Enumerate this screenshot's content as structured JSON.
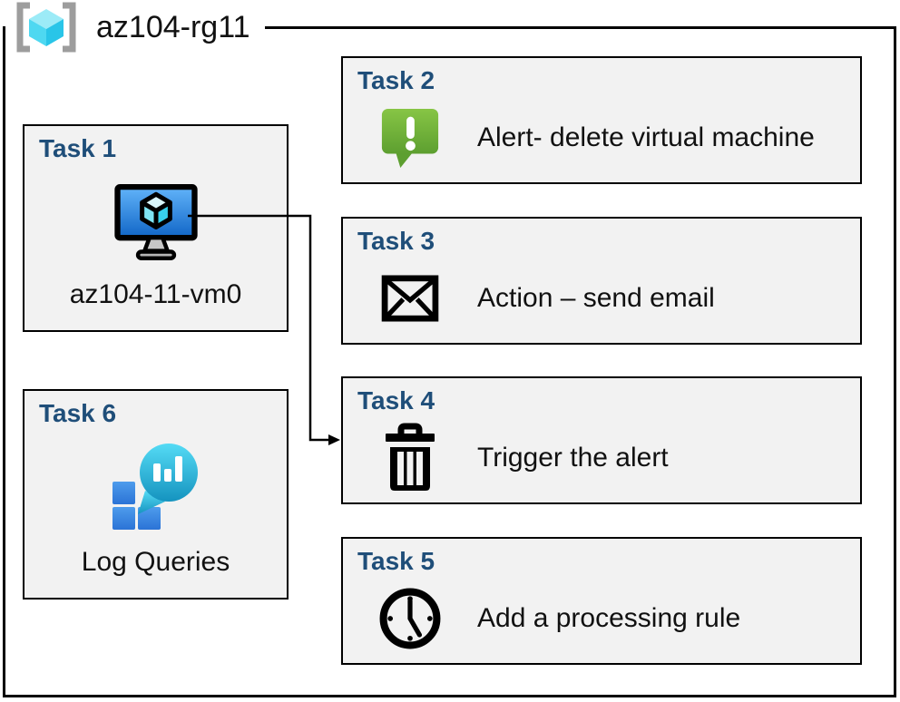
{
  "resource_group": {
    "label": "az104-rg11",
    "icon": "resource-group-icon"
  },
  "tasks": [
    {
      "title": "Task 1",
      "label": "az104-11-vm0",
      "icon": "virtual-machine-icon"
    },
    {
      "title": "Task 2",
      "label": "Alert- delete virtual machine",
      "icon": "alert-message-icon"
    },
    {
      "title": "Task 3",
      "label": "Action – send email",
      "icon": "email-envelope-icon"
    },
    {
      "title": "Task 4",
      "label": "Trigger the alert",
      "icon": "trash-delete-icon"
    },
    {
      "title": "Task 5",
      "label": "Add a processing rule",
      "icon": "clock-icon"
    },
    {
      "title": "Task 6",
      "label": "Log Queries",
      "icon": "log-analytics-icon"
    }
  ],
  "connector": {
    "from": "Task 1",
    "to": "Task 4"
  },
  "colors": {
    "task_title_blue": "#1F4E79",
    "card_fill": "#F2F2F2",
    "border_black": "#000000",
    "alert_green": "#6FB33B",
    "vm_screen_blue": "#1E7FE0",
    "log_balloon_teal": "#2BB7DF",
    "log_square_blue": "#2F7FDE",
    "rg_cube_cyan": "#50E6FF",
    "rg_bracket_gray": "#9D9D9D"
  }
}
